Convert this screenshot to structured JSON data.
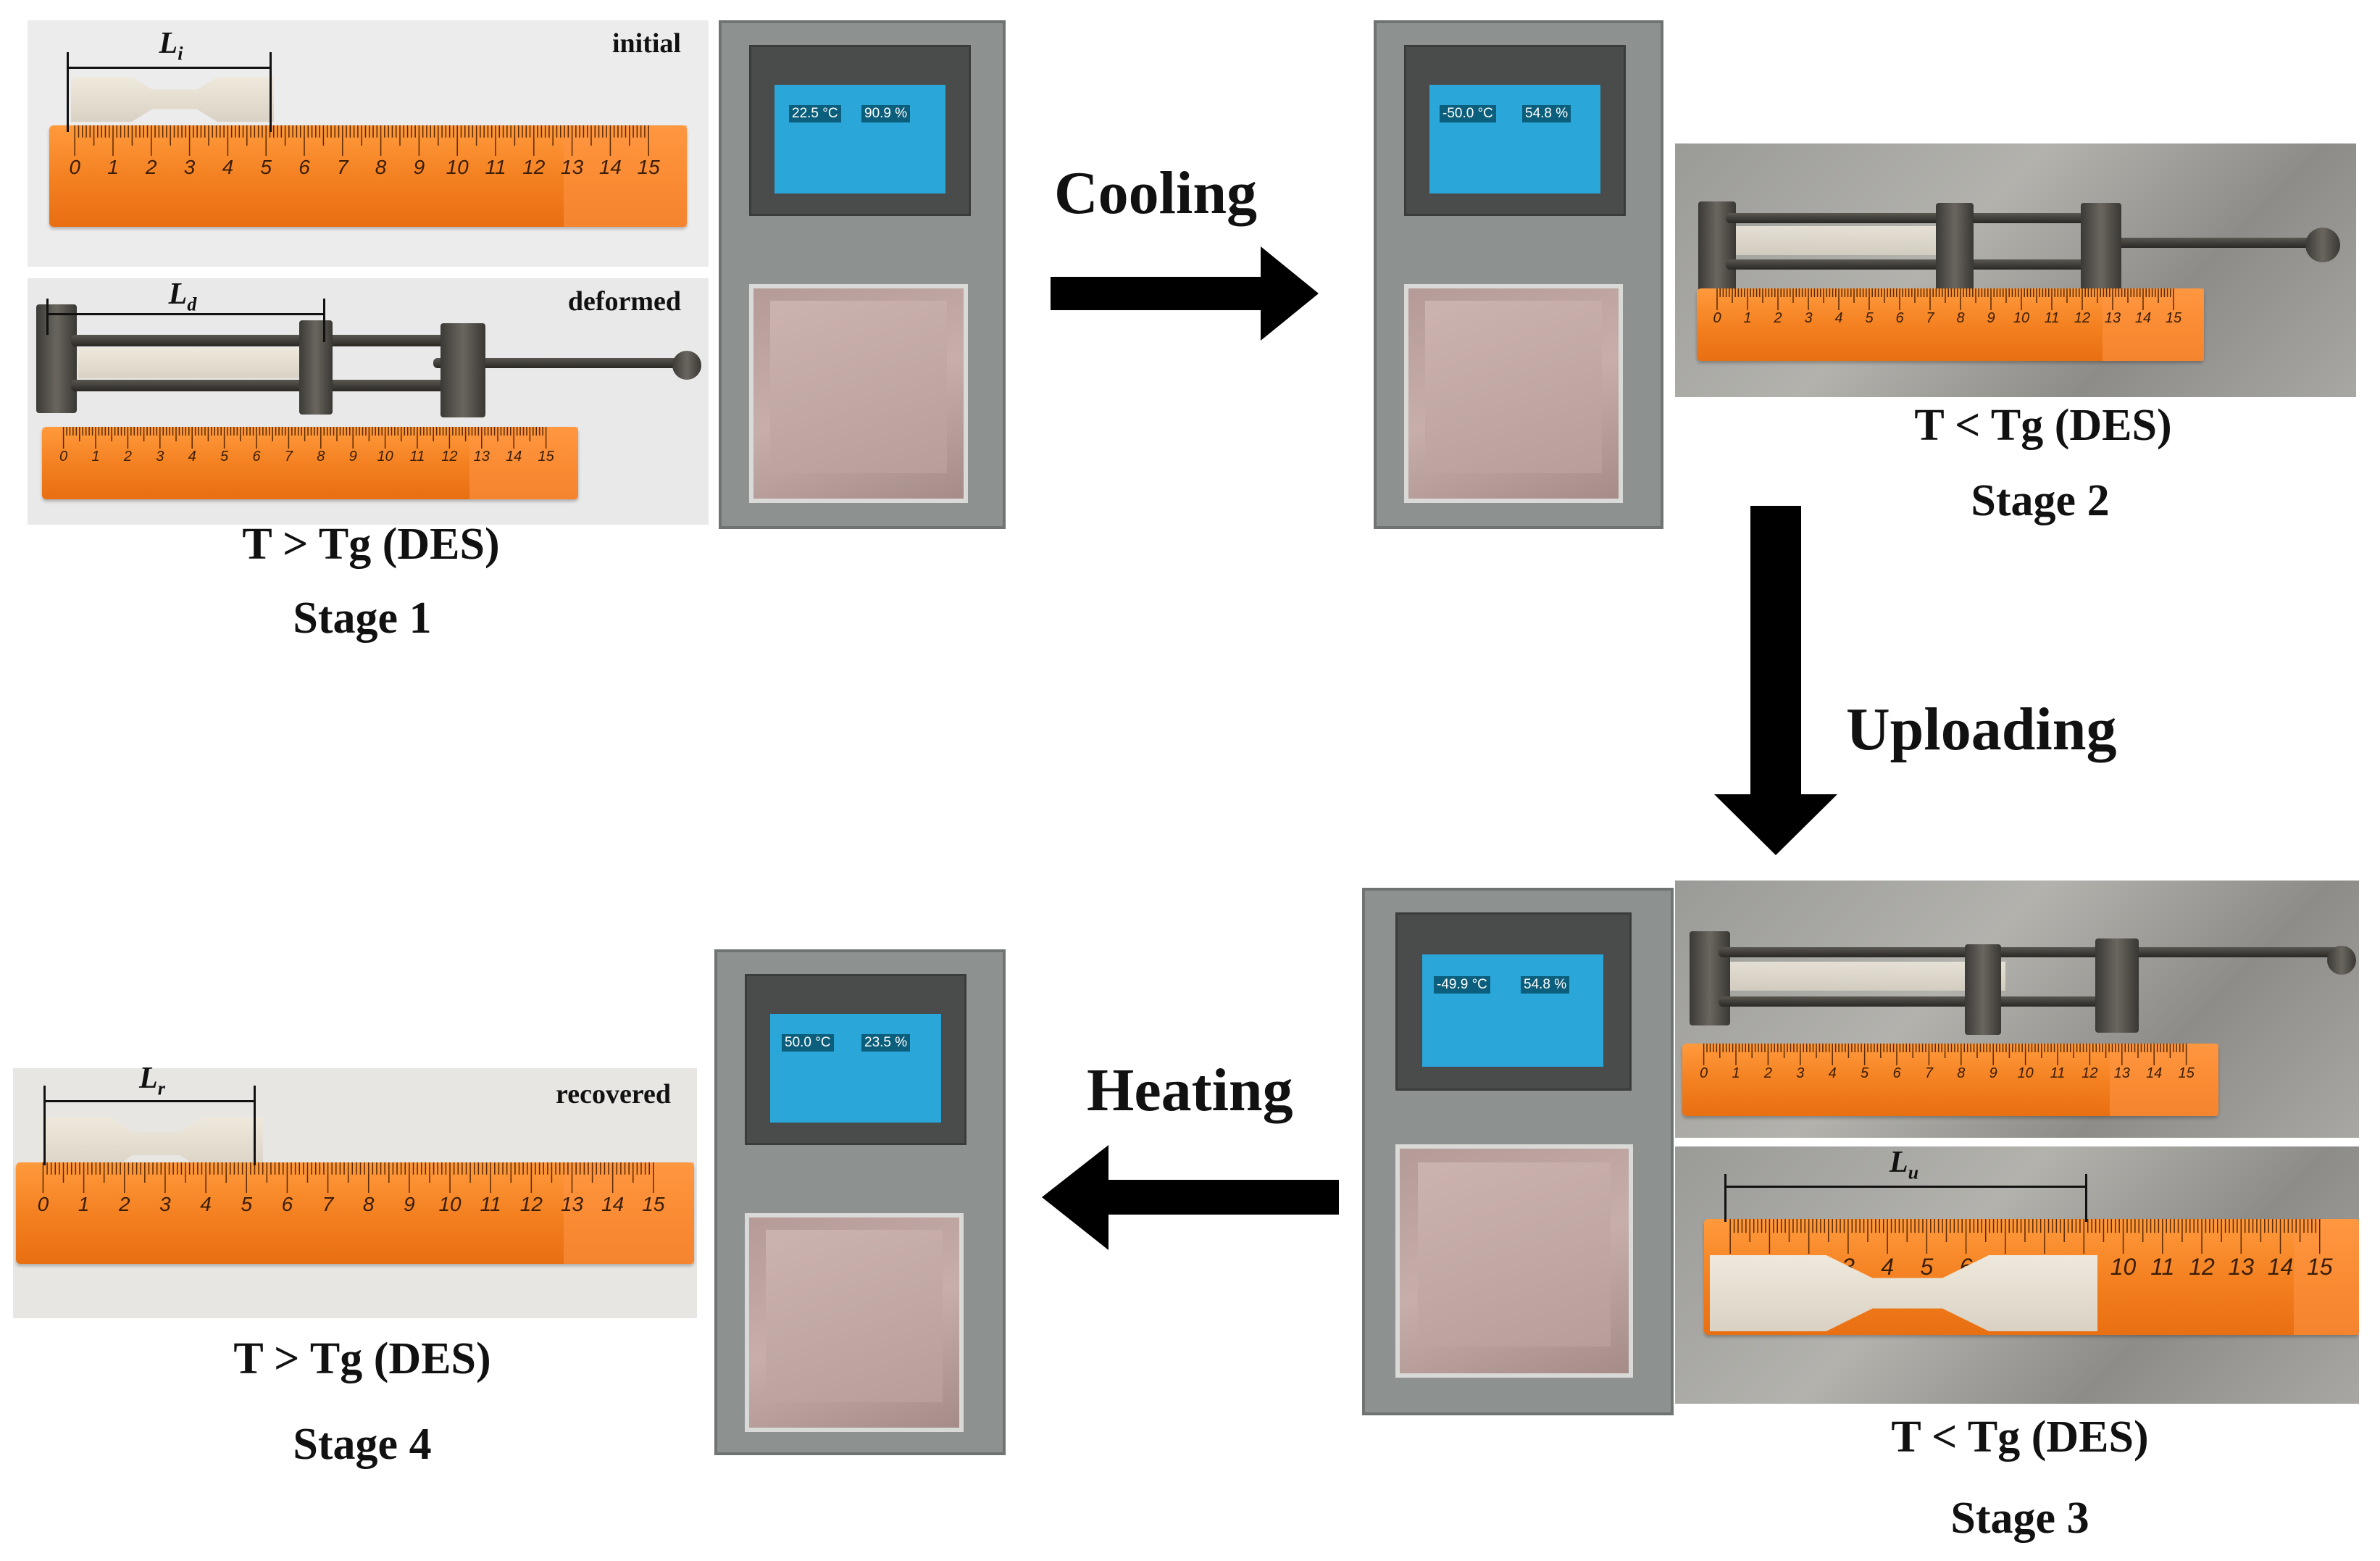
{
  "stage1": {
    "initial_label": "initial",
    "deformed_label": "deformed",
    "dim_initial": {
      "base": "L",
      "sub": "i"
    },
    "dim_deformed": {
      "base": "L",
      "sub": "d"
    },
    "condition": "T > Tg (DES)",
    "stage": "Stage 1",
    "screen": {
      "temp": "22.5 °C",
      "humidity": "90.9 %"
    }
  },
  "stage2": {
    "condition": "T < Tg (DES)",
    "stage": "Stage 2",
    "screen": {
      "temp": "-50.0 °C",
      "humidity": "54.8 %"
    }
  },
  "stage3": {
    "dim_unloaded": {
      "base": "L",
      "sub": "u"
    },
    "condition": "T < Tg (DES)",
    "stage": "Stage 3",
    "screen": {
      "temp": "-49.9 °C",
      "humidity": "54.8 %"
    }
  },
  "stage4": {
    "recovered_label": "recovered",
    "dim_recovered": {
      "base": "L",
      "sub": "r"
    },
    "condition": "T > Tg (DES)",
    "stage": "Stage 4",
    "screen": {
      "temp": "50.0 °C",
      "humidity": "23.5 %"
    }
  },
  "arrows": {
    "cooling": "Cooling",
    "uploading": "Uploading",
    "heating": "Heating"
  },
  "ruler_numbers": [
    "0",
    "1",
    "2",
    "3",
    "4",
    "5",
    "6",
    "7",
    "8",
    "9",
    "10",
    "11",
    "12",
    "13",
    "14",
    "15"
  ],
  "colors": {
    "ruler": "#f37f1f",
    "arrow": "#000000",
    "screen": "#2aa6d8"
  }
}
